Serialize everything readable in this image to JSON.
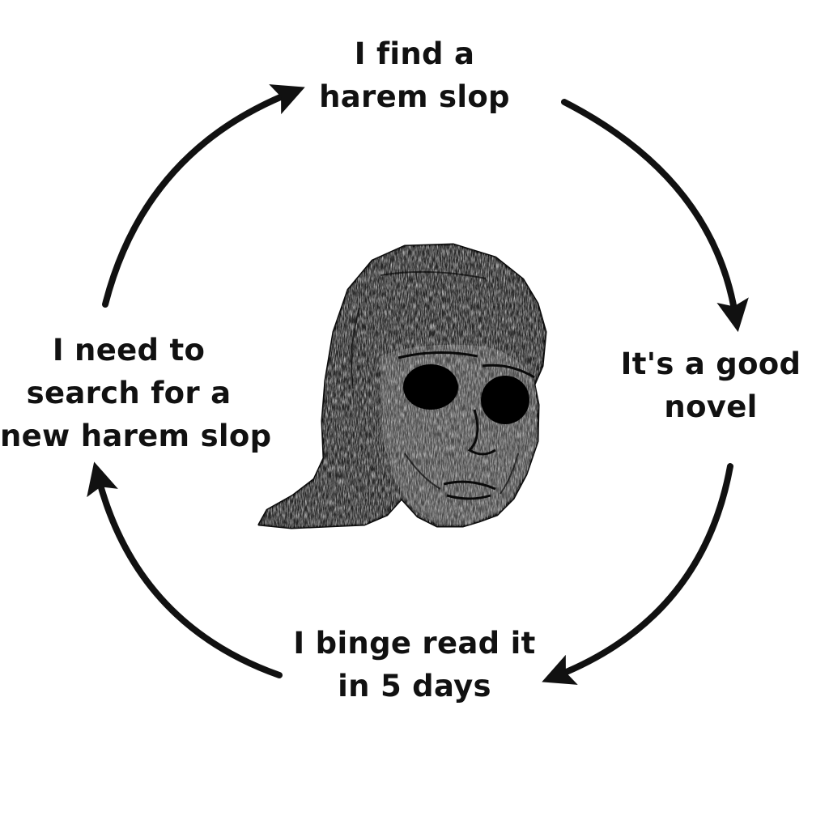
{
  "colors": {
    "background": "#ffffff",
    "ink": "#111111"
  },
  "cycle": {
    "steps": [
      {
        "lines": [
          "I find a",
          "harem slop"
        ]
      },
      {
        "lines": [
          "It's a good",
          "novel"
        ]
      },
      {
        "lines": [
          "I binge read it",
          "in 5 days"
        ]
      },
      {
        "lines": [
          "I need to",
          "search for a",
          "new harem slop"
        ]
      }
    ]
  },
  "center_image": {
    "depiction": "wojak-withered-face"
  },
  "arrows": [
    {
      "from": "step-top",
      "to": "step-right",
      "direction": "clockwise"
    },
    {
      "from": "step-right",
      "to": "step-bottom",
      "direction": "clockwise"
    },
    {
      "from": "step-bottom",
      "to": "step-left",
      "direction": "clockwise"
    },
    {
      "from": "step-left",
      "to": "step-top",
      "direction": "clockwise"
    }
  ]
}
